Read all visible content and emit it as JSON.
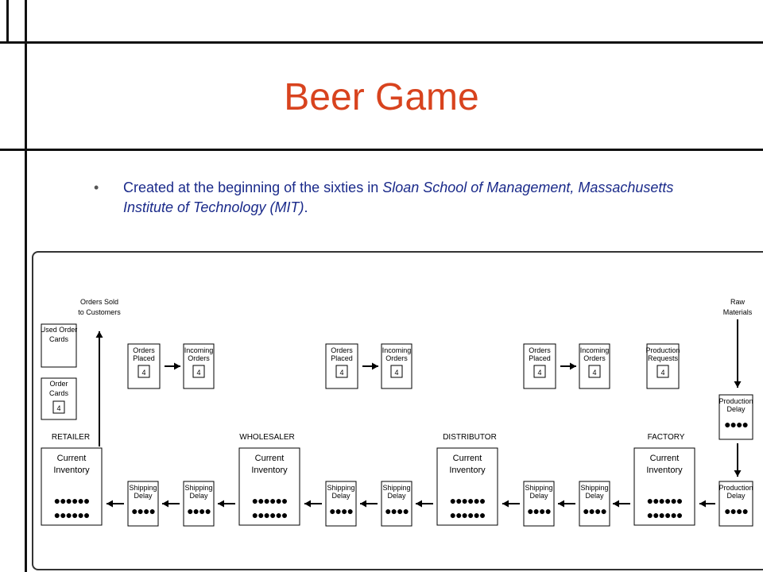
{
  "slide": {
    "title": "Beer Game",
    "bullet": {
      "prefix": "Created at the beginning of the sixties in ",
      "italic_1": "Sloan School of Management, Massachusetts Institute of Technology (MIT)",
      "suffix": "."
    },
    "colors": {
      "title": "#d8431e",
      "body": "#1a2a8a"
    }
  },
  "diagram": {
    "top_labels": {
      "orders_sold": [
        "Orders Sold",
        "to Customers"
      ],
      "raw_materials": [
        "Raw",
        "Materials"
      ]
    },
    "retailer_cards": {
      "used": [
        "Used Order",
        "Cards"
      ],
      "order": [
        "Order",
        "Cards"
      ],
      "order_value": "4"
    },
    "order_pairs": [
      {
        "placed": [
          "Orders",
          "Placed"
        ],
        "placed_value": "4",
        "incoming": [
          "Incoming",
          "Orders"
        ],
        "incoming_value": "4"
      },
      {
        "placed": [
          "Orders",
          "Placed"
        ],
        "placed_value": "4",
        "incoming": [
          "Incoming",
          "Orders"
        ],
        "incoming_value": "4"
      },
      {
        "placed": [
          "Orders",
          "Placed"
        ],
        "placed_value": "4",
        "incoming": [
          "Incoming",
          "Orders"
        ],
        "incoming_value": "4"
      }
    ],
    "production_requests": {
      "label": [
        "Production",
        "Requests"
      ],
      "value": "4"
    },
    "stages": [
      {
        "name": "RETAILER",
        "inventory": [
          "Current",
          "Inventory"
        ],
        "dots": [
          "●●●●●●",
          "●●●●●●"
        ]
      },
      {
        "name": "WHOLESALER",
        "inventory": [
          "Current",
          "Inventory"
        ],
        "dots": [
          "●●●●●●",
          "●●●●●●"
        ]
      },
      {
        "name": "DISTRIBUTOR",
        "inventory": [
          "Current",
          "Inventory"
        ],
        "dots": [
          "●●●●●●",
          "●●●●●●"
        ]
      },
      {
        "name": "FACTORY",
        "inventory": [
          "Current",
          "Inventory"
        ],
        "dots": [
          "●●●●●●",
          "●●●●●●"
        ]
      }
    ],
    "shipping_delay": {
      "label": [
        "Shipping",
        "Delay"
      ],
      "dots": "●●●●"
    },
    "production_delay": {
      "label": [
        "Production",
        "Delay"
      ],
      "dots": "●●●●"
    }
  }
}
